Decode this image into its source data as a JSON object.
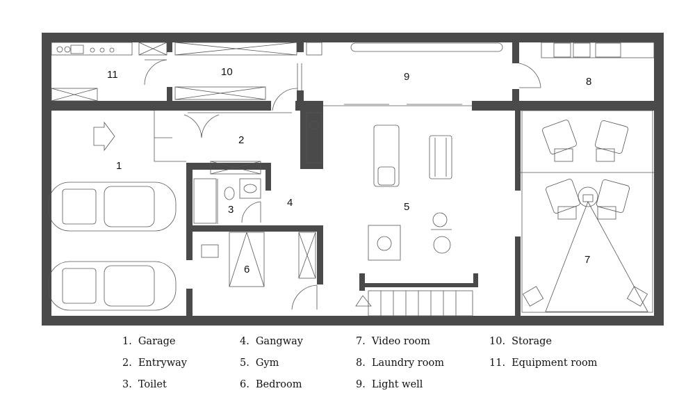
{
  "plan": {
    "wall_color": "#4a4a4a",
    "line_color": "#555555",
    "rooms": [
      {
        "num": "1"
      },
      {
        "num": "2"
      },
      {
        "num": "3"
      },
      {
        "num": "4"
      },
      {
        "num": "5"
      },
      {
        "num": "6"
      },
      {
        "num": "7"
      },
      {
        "num": "8"
      },
      {
        "num": "9"
      },
      {
        "num": "10"
      },
      {
        "num": "11"
      }
    ]
  },
  "legend": [
    {
      "num": "1.",
      "label": "Garage"
    },
    {
      "num": "2.",
      "label": "Entryway"
    },
    {
      "num": "3.",
      "label": "Toilet"
    },
    {
      "num": "4.",
      "label": "Gangway"
    },
    {
      "num": "5.",
      "label": "Gym"
    },
    {
      "num": "6.",
      "label": "Bedroom"
    },
    {
      "num": "7.",
      "label": "Video room"
    },
    {
      "num": "8.",
      "label": "Laundry room"
    },
    {
      "num": "9.",
      "label": "Light well"
    },
    {
      "num": "10.",
      "label": "Storage"
    },
    {
      "num": "11.",
      "label": "Equipment room"
    }
  ]
}
